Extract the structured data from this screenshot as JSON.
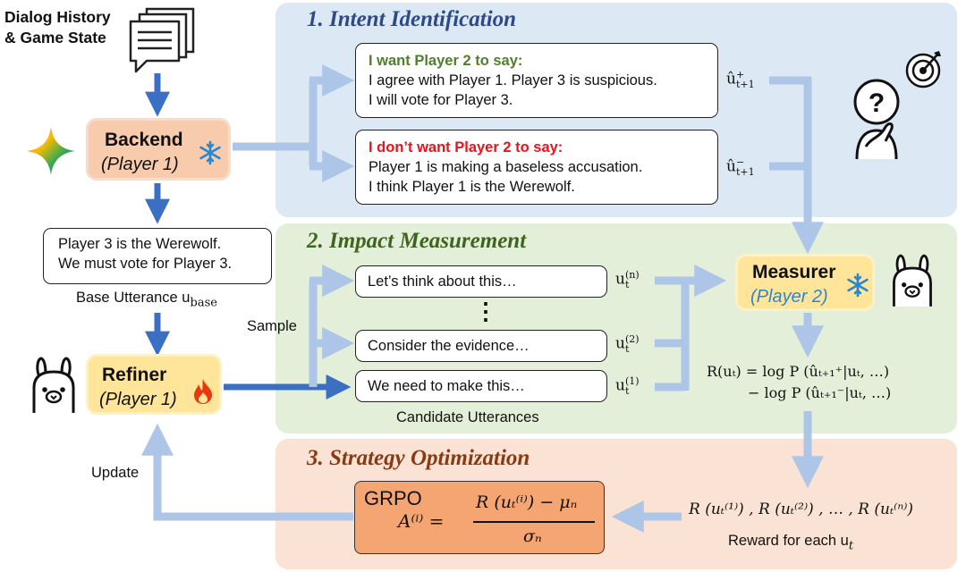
{
  "inputs": {
    "line1": "Dialog History",
    "line2": "& Game State"
  },
  "backend": {
    "title": "Backend",
    "player": "Player 1"
  },
  "base_utterance": {
    "line1": "Player 3 is the Werewolf.",
    "line2": "We must vote for Player 3.",
    "label": "Base Utterance u",
    "label_sub": "base"
  },
  "refiner": {
    "title": "Refiner",
    "player": "Player 1"
  },
  "side_labels": {
    "sample": "Sample",
    "update": "Update"
  },
  "section1": {
    "title": "1. Intent Identification",
    "positive": {
      "heading": "I want Player 2 to say:",
      "line1": "I agree with Player 1. Player 3 is suspicious.",
      "line2": "I will vote for Player 3.",
      "symbol": "û",
      "sup": "+",
      "sub": "t+1"
    },
    "negative": {
      "heading": "I don’t want Player 2 to say:",
      "line1": "Player 1 is making a baseless accusation.",
      "line2": "I think Player 1 is the Werewolf.",
      "symbol": "û",
      "sup": "−",
      "sub": "t+1"
    }
  },
  "section2": {
    "title": "2. Impact Measurement",
    "candidates": [
      {
        "text": "Let’s think about this…",
        "sup": "(n)"
      },
      {
        "text": "Consider the evidence…",
        "sup": "(2)"
      },
      {
        "text": "We need to make this…",
        "sup": "(1)"
      }
    ],
    "candidate_symbol": "u",
    "candidate_sub": "t",
    "dots": "⋮",
    "caption": "Candidate Utterances",
    "measurer": {
      "title": "Measurer",
      "player": "Player 2"
    },
    "reward_line1": "R(uₜ) = log P (ûₜ₊₁⁺|uₜ, …)",
    "reward_line2": "− log P (ûₜ₊₁⁻|uₜ, …)"
  },
  "section3": {
    "title": "3. Strategy Optimization",
    "grpo_label": "GRPO",
    "advantage_lhs": "A⁽ⁱ⁾ =",
    "advantage_num": "R (uₜ⁽ⁱ⁾) − μₙ",
    "advantage_den": "σₙ",
    "rewards_text": "R (uₜ⁽¹⁾) , R (uₜ⁽²⁾) , … , R (uₜ⁽ⁿ⁾)",
    "rewards_caption": "Reward for each u",
    "rewards_caption_sub": "t"
  },
  "colors": {
    "panel1": "#dce8f4",
    "panel2": "#e3efd9",
    "panel3": "#fae3d4",
    "title1": "#2d4a86",
    "title2": "#3f6420",
    "title3": "#8a3a12",
    "green_text": "#4f7f2c",
    "red_text": "#e8141b",
    "arrow_dark": "#3a6fc4",
    "arrow_light": "#adc6e8",
    "backend_fill": "#f8cbad",
    "refiner_fill": "#ffe59a",
    "grpo_fill": "#f4a571",
    "snow": "#2b86d1",
    "flame": "#e8380d"
  },
  "icons": {
    "document": "document-stack-icon",
    "gemini": "sparkle-icon",
    "snowflake": "snowflake-icon",
    "flame": "flame-icon",
    "llama": "llama-icon",
    "thinker": "thinking-person-icon",
    "target": "target-icon"
  }
}
